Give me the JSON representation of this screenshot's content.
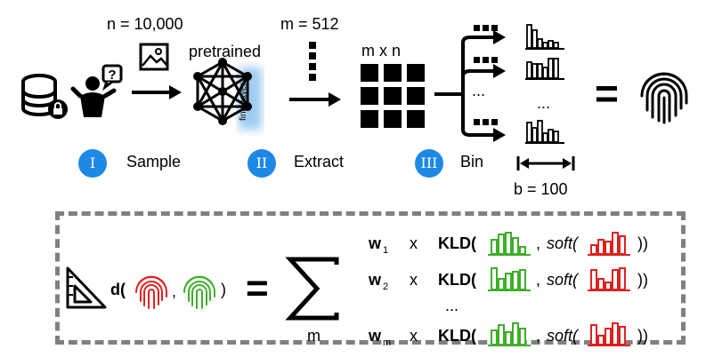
{
  "top": {
    "n_label": "n = 10,000",
    "m_label": "m = 512",
    "pretrained_label": "pretrained",
    "final_layer_label": "final layer",
    "matrix_label": "m x n",
    "dots_mid": "...",
    "dots_hist": "...",
    "b_label": "b = 100",
    "equals": "="
  },
  "steps": [
    {
      "numeral": "I",
      "label": "Sample"
    },
    {
      "numeral": "II",
      "label": "Extract"
    },
    {
      "numeral": "III",
      "label": "Bin"
    }
  ],
  "formula": {
    "d_label": "d(",
    "comma": ",",
    "close": ")",
    "equals": "=",
    "sum_index": "m",
    "rows": [
      {
        "w": "w",
        "sub": "1",
        "x": "x",
        "kld": "KLD(",
        "sep": ", ",
        "soft": "soft(",
        "end": "))"
      },
      {
        "w": "w",
        "sub": "2",
        "x": "x",
        "kld": "KLD(",
        "sep": ", ",
        "soft": "soft(",
        "end": "))"
      },
      {
        "w": "w",
        "sub": "m",
        "x": "x",
        "kld": "KLD(",
        "sep": ", ",
        "soft": "soft(",
        "end": "))"
      }
    ],
    "row_dots": "..."
  },
  "colors": {
    "badge": "#1e88e5",
    "green": "#3fae2a",
    "red": "#e02020",
    "glow": "#8fc3ef",
    "dash": "#808080"
  },
  "icons": [
    "database-icon",
    "lock-icon",
    "person-question-icon",
    "image-icon",
    "neural-network-icon",
    "fingerprint-icon",
    "triangle-ruler-icon",
    "sigma-icon"
  ]
}
